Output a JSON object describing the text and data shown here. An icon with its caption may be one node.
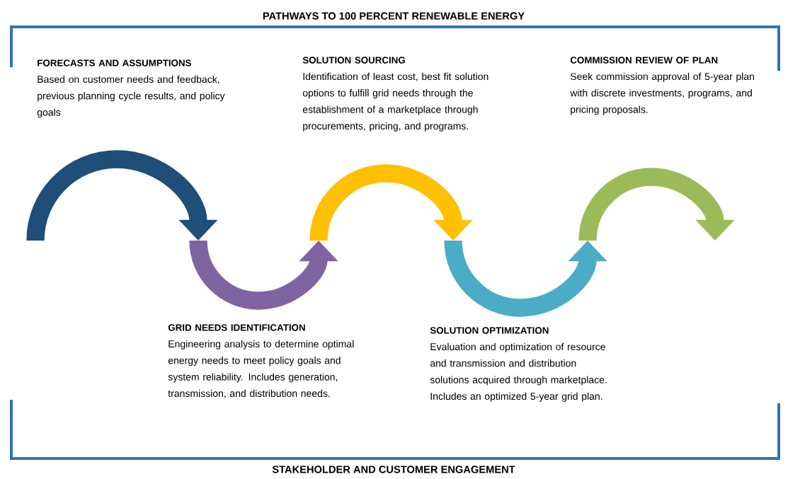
{
  "diagram": {
    "title": "PATHWAYS TO 100 PERCENT RENEWABLE ENERGY",
    "nodes": [
      {
        "text": [
          "FORECASTS AND ASSUMPTIONS",
          "Based on customer needs and feedback, previous planning cycle results, and policy goals"
        ]
      },
      {
        "text": [
          "GRID NEEDS IDENTIFICATION",
          "Engineering analysis to determine optimal energy needs to meet policy goals and system reliability.  Includes generation, transmission, and distribution needs."
        ]
      },
      {
        "text": [
          "SOLUTION SOURCING",
          "Identification of least cost, best fit solution options to fulfill grid needs through the establishment of a marketplace through procurements, pricing, and programs."
        ]
      },
      {
        "text": [
          "SOLUTION OPTIMIZATION",
          "Evaluation  and optimization of resource and transmission and distribution solutions acquired through marketplace. Includes an optimized 5-year grid plan."
        ]
      },
      {
        "text": [
          "COMMISSION REVIEW OF PLAN",
          "Seek commission approval of 5-year plan with discrete investments, programs, and pricing proposals."
        ]
      }
    ],
    "labels": [
      "STAKEHOLDER AND CUSTOMER ENGAGEMENT"
    ]
  }
}
